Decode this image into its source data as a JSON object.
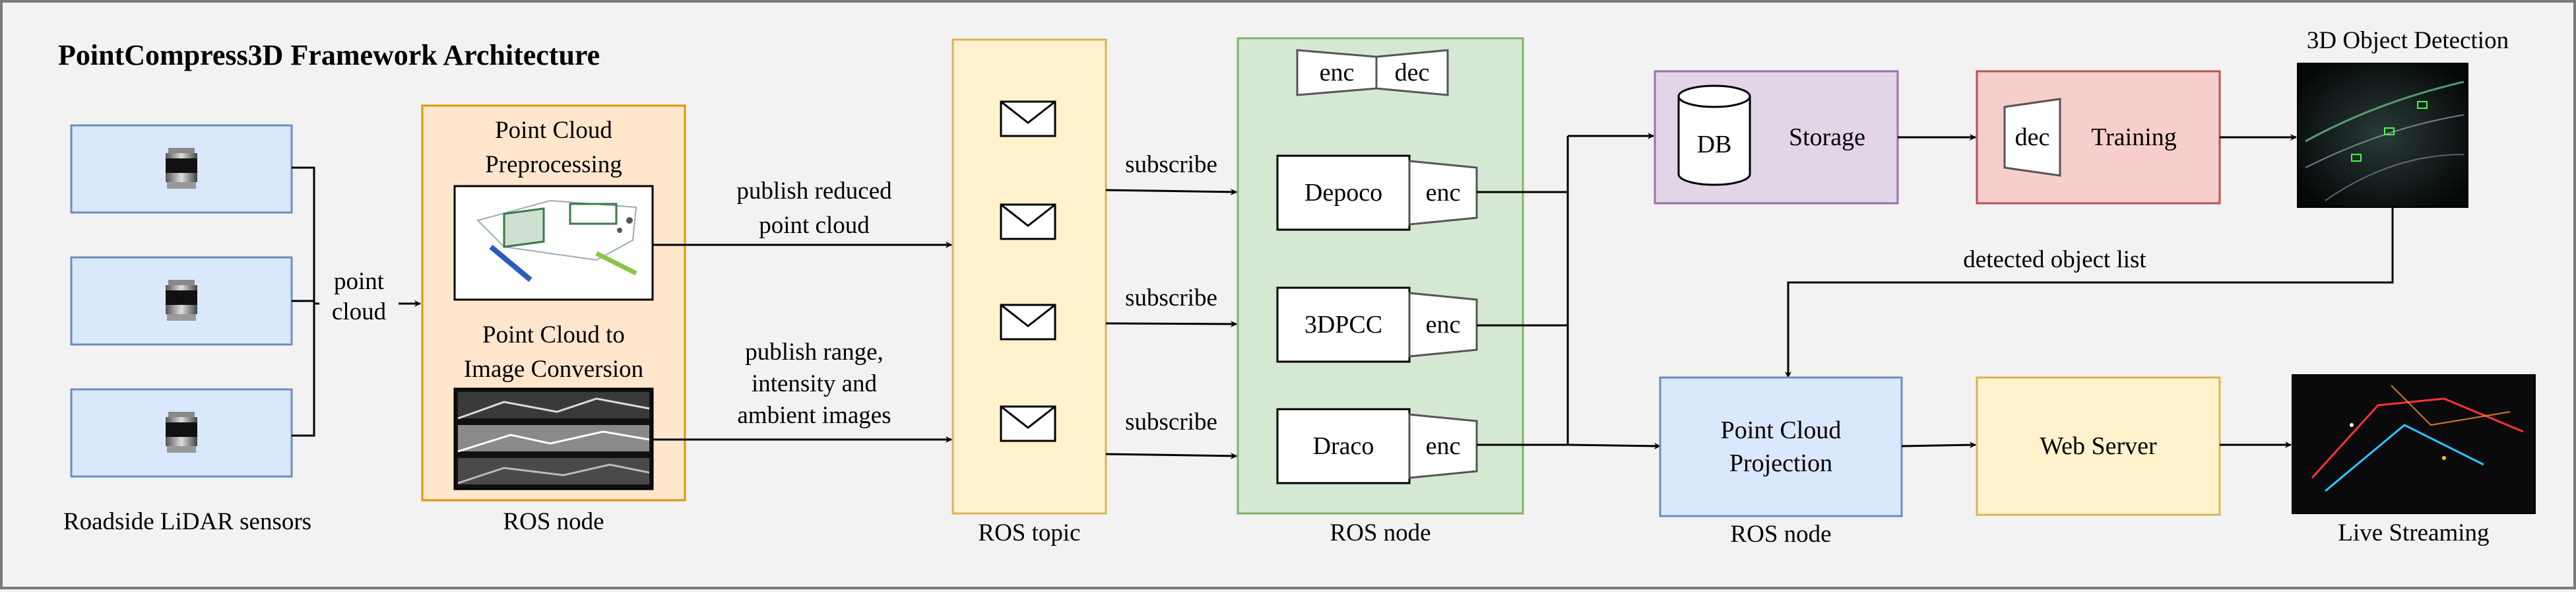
{
  "title": "PointCompress3D Framework Architecture",
  "colors": {
    "sensor_fill": "#dae8fc",
    "sensor_stroke": "#6c8ebf",
    "preproc_fill": "#ffe6cc",
    "preproc_stroke": "#d79b00",
    "topic_fill": "#fff2cc",
    "topic_stroke": "#d6b656",
    "codec_node_fill": "#d5e8d4",
    "codec_node_stroke": "#82b366",
    "storage_fill": "#e1d5e7",
    "storage_stroke": "#9673a6",
    "training_fill": "#f8cecc",
    "training_stroke": "#b85450"
  },
  "sensors": {
    "caption": "Roadside LiDAR sensors",
    "edge_label": "point\ncloud"
  },
  "preprocessing_node": {
    "caption": "ROS node",
    "section1": "Point Cloud\nPreprocessing",
    "section2": "Point Cloud to\nImage Conversion"
  },
  "edges": {
    "publish_reduced": "publish reduced\npoint cloud",
    "publish_images": "publish range,\nintensity and\nambient images",
    "subscribe": "subscribe",
    "detected_list": "detected object list"
  },
  "topic": {
    "caption": "ROS topic"
  },
  "codec_node": {
    "caption": "ROS node",
    "enc": "enc",
    "dec": "dec",
    "codecs": [
      "Depoco",
      "3DPCC",
      "Draco"
    ]
  },
  "storage": {
    "db": "DB",
    "label": "Storage"
  },
  "training": {
    "dec": "dec",
    "label": "Training"
  },
  "detection": {
    "caption": "3D Object Detection"
  },
  "projection": {
    "label": "Point Cloud\nProjection",
    "caption": "ROS node"
  },
  "web_server": {
    "label": "Web Server"
  },
  "streaming": {
    "caption": "Live Streaming"
  }
}
